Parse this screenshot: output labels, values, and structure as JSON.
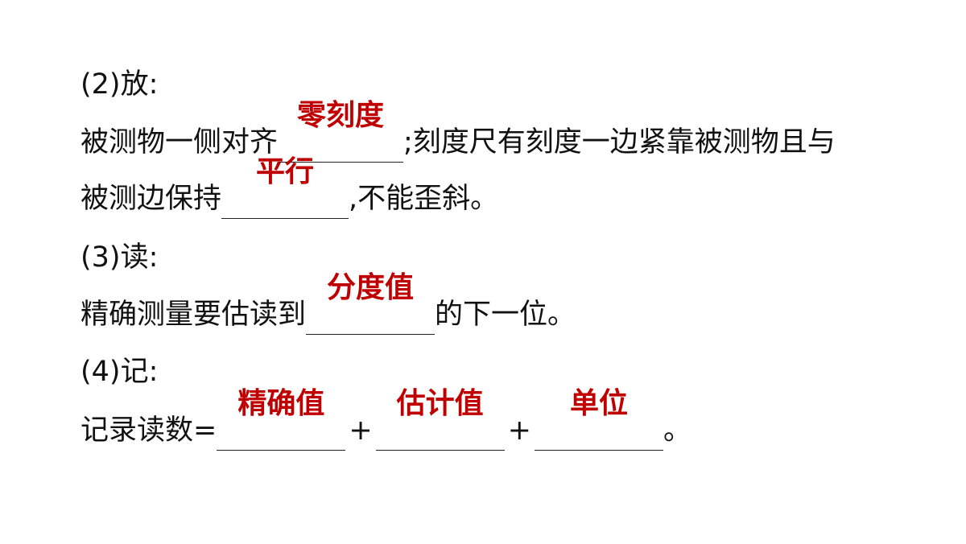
{
  "accent_color": "#c00000",
  "sections": {
    "place": {
      "heading": "(2)放:",
      "line1_prefix": "被测物一侧对齐",
      "line1_answer": "零刻度",
      "line1_suffix": ";刻度尺有刻度一边紧靠被测物且与",
      "line2_prefix": "被测边保持",
      "line2_answer": "平行",
      "line2_suffix": ",不能歪斜。"
    },
    "read": {
      "heading": "(3)读:",
      "prefix": "精确测量要估读到",
      "answer": "分度值",
      "suffix": "的下一位。"
    },
    "record": {
      "heading": "(4)记:",
      "prefix": "记录读数=",
      "answer1": "精确值",
      "plus1": "+",
      "answer2": "估计值",
      "plus2": "+",
      "answer3": "单位",
      "suffix": "。"
    }
  }
}
